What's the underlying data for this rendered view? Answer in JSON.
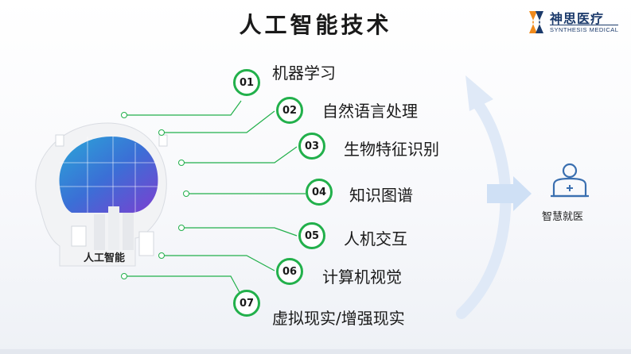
{
  "title": "人工智能技术",
  "logo": {
    "brand_cn": "神思医疗",
    "brand_en": "SYNTHESIS MEDICAL"
  },
  "center_label": "人工智能",
  "items": [
    {
      "num": "01",
      "label": "机器学习"
    },
    {
      "num": "02",
      "label": "自然语言处理"
    },
    {
      "num": "03",
      "label": "生物特征识别"
    },
    {
      "num": "04",
      "label": "知识图谱"
    },
    {
      "num": "05",
      "label": "人机交互"
    },
    {
      "num": "06",
      "label": "计算机视觉"
    },
    {
      "num": "07",
      "label": "虚拟现实/增强现实"
    }
  ],
  "outcome_label": "智慧就医",
  "colors": {
    "accent": "#22b04b",
    "arrow": "#cfe0f5",
    "brand": "#1b3a6b",
    "icon": "#3a6fb0"
  }
}
